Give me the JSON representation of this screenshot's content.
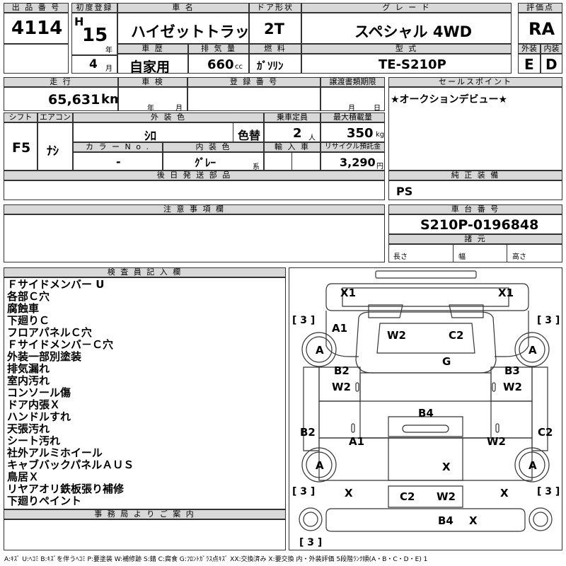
{
  "sheet": {
    "lot_header": "出 品 番 号",
    "lot_number": "4114",
    "first_reg_header": "初度登録",
    "era": "H",
    "year": "15",
    "year_unit": "年",
    "month": "4",
    "month_unit": "月",
    "car_name_header": "車 名",
    "car_name": "ハイゼットトラック",
    "door_header": "ドア形状",
    "door": "2T",
    "grade_header": "グ レ ー ド",
    "grade": "スペシャル 4WD",
    "score_header": "評価点",
    "score": "RA",
    "history_header": "車 歴",
    "history": "自家用",
    "displacement_header": "排 気 量",
    "displacement": "660",
    "displacement_unit": "cc",
    "fuel_header": "燃 料",
    "fuel": "ｶﾞｿﾘﾝ",
    "model_header": "型 式",
    "model": "TE-S210P",
    "exterior_grade_header": "外装",
    "exterior_grade": "E",
    "interior_grade_header": "内装",
    "interior_grade": "D",
    "mileage_header": "走 行",
    "mileage": "65,631",
    "mileage_unit": "km",
    "inspection_header": "車 検",
    "inspection_year_unit": "年",
    "inspection_month_unit": "月",
    "reg_no_header": "登 録 番 号",
    "transfer_deadline_header": "譲渡書類期限",
    "transfer_month_unit": "月",
    "transfer_day_unit": "日",
    "sales_point_header": "セールスポイント",
    "sales_point": "★オークションデビュー★",
    "shift_header": "シフト",
    "shift": "F5",
    "aircon_header": "エアコン",
    "aircon": "ﾅｼ",
    "ext_color_header": "外 装 色",
    "ext_color": "ｼﾛ",
    "color_change": "色替",
    "capacity_header": "乗車定員",
    "capacity": "2",
    "capacity_unit": "人",
    "max_load_header": "最大積載量",
    "max_load": "350",
    "max_load_unit": "kg",
    "color_no_header": "カ ラ ー N o .",
    "color_no": "-",
    "int_color_header": "内 装 色",
    "int_color": "ｸﾞﾚｰ",
    "int_color_suffix": "系",
    "import_header": "輸 入 車",
    "recycle_header": "リサイクル預託金",
    "recycle_fee": "3,290",
    "recycle_unit": "円",
    "later_parts_header": "後 日 発 送 部 品",
    "genuine_equipment_header": "純 正 装 備",
    "genuine_equipment": "PS",
    "notes_header": "注 意 事 項 欄",
    "chassis_no_header": "車 台 番 号",
    "chassis_no": "S210P-0196848",
    "specs_header": "諸 元",
    "length_label": "長さ",
    "width_label": "幅",
    "height_label": "高さ",
    "inspector_header": "検 査 員 記 入 欄",
    "inspector_remarks": [
      "Ｆサイドメンバー U",
      "各部Ｃ穴",
      "腐蝕車",
      "下廻りＣ",
      "フロアパネルＣ穴",
      "Ｆサイドメンバ－Ｃ穴",
      "外装一部別塗装",
      "排気漏れ",
      "室内汚れ",
      "コンソール傷",
      "ドア内張Ｘ",
      "ハンドルすれ",
      "天張汚れ",
      "シート汚れ",
      "社外アルミホイール",
      "キャブバックパネルＡＵＳ",
      "鳥居Ｘ",
      "リヤアオリ鉄板張り補修",
      "下廻りペイント"
    ],
    "office_notice_header": "事 務 局 よ り ご 案 内",
    "legend": "A:ｷｽﾞ U:ﾍｺﾐ B:ｷｽﾞを伴うﾍｺﾐ P:要塗装 W:補修跡 S:錆 C:腐食 G:ﾌﾛﾝﾄｶﾞﾗｽ点ｷｽﾞ XX:交換済み X:要交換 内・外装評価 5段階ﾗﾝｸ順(A・B・C・D・E) 1"
  },
  "diagram": {
    "marks": {
      "front_left_x": "X1",
      "front_right_x": "X1",
      "tire_fl_count": "[ 3 ]",
      "tire_fr_count": "[ 3 ]",
      "a1_front": "A1",
      "w2_cab": "W2",
      "c2_cab": "C2",
      "wheel_fl": "A",
      "wheel_fr": "A",
      "g_glass": "G",
      "b2_left": "B2",
      "b3_right": "B3",
      "w2_left": "W2",
      "w2_right": "W2",
      "b4_center": "B4",
      "b2_side": "B2",
      "c2_side": "C2",
      "a1_mid": "A1",
      "w2_mid": "W2",
      "wheel_rl": "A",
      "wheel_rr": "A",
      "x_center": "X",
      "tire_rl_count": "[ 3 ]",
      "tire_rr_count": "[ 3 ]",
      "x_left": "X",
      "x_right": "X",
      "c2_rear": "C2",
      "w2_rear": "W2",
      "b4_rear": "B4",
      "x_rear": "X",
      "spare_count": "[ 3 ]"
    }
  }
}
